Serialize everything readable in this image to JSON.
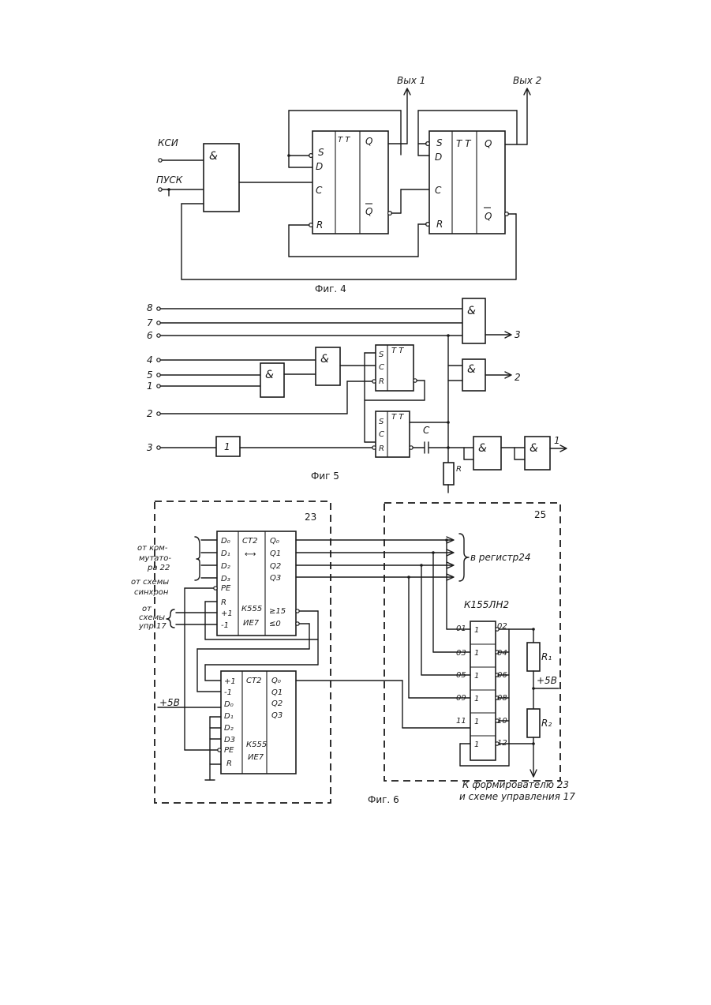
{
  "fig4": {
    "caption": "Фиг. 4",
    "in_ksi": "КСИ",
    "in_pusk": "ПУСК",
    "and_label": "&",
    "out1": "Вых 1",
    "out2": "Вых 2",
    "ff": {
      "s": "S",
      "d": "D",
      "c": "C",
      "r": "R",
      "tt": "T T",
      "q": "Q",
      "nq": "Q"
    }
  },
  "fig5": {
    "caption": "Фиг 5",
    "inputs": [
      "8",
      "7",
      "6",
      "4",
      "5",
      "1",
      "2",
      "3"
    ],
    "outputs": [
      "3",
      "2",
      "1"
    ],
    "and_label": "&",
    "one_label": "1",
    "ff": {
      "s": "S",
      "c": "C",
      "r": "R",
      "tt": "T T"
    },
    "cap_c": "C",
    "res_r": "R"
  },
  "fig6": {
    "caption": "Фиг. 6",
    "block23": "23",
    "block25": "25",
    "chip1": {
      "left": [
        "D₀",
        "D₁",
        "D₂",
        "D₃",
        "PE",
        "R",
        "+1",
        "-1"
      ],
      "type": "СТ2",
      "arrow": "⟷",
      "name1": "К555",
      "name2": "ИЕ7",
      "right": [
        "Q₀",
        "Q1",
        "Q2",
        "Q3",
        "≥15",
        "≤0"
      ]
    },
    "chip2": {
      "left": [
        "+1",
        "-1",
        "D₀",
        "D₁",
        "D₂",
        "D3",
        "PE",
        "R"
      ],
      "type": "СТ2",
      "name1": "К555",
      "name2": "ИЕ7",
      "right": [
        "Q₀",
        "Q1",
        "Q2",
        "Q3"
      ]
    },
    "labels": {
      "from_comm1": "от ком-",
      "from_comm2": "мутато-",
      "from_comm3": "ра 22",
      "from_sync1": "от схемы",
      "from_sync2": "синхрон",
      "from_ctrl1": "от",
      "from_ctrl2": "схемы",
      "from_ctrl3": "упр.17",
      "plus5": "+5В",
      "to_reg": "в регистр24",
      "chip3_name": "К155ЛН2",
      "plus5b": "+5В",
      "r1": "R₁",
      "r2": "R₂",
      "bottom1": "К формирователю 23",
      "bottom2": "и схеме управления 17"
    },
    "inv_in": [
      "01",
      "03",
      "05",
      "09",
      "11",
      ""
    ],
    "inv_out": [
      "02",
      "04",
      "06",
      "08",
      "10",
      "12"
    ],
    "inv_mark": "1"
  }
}
